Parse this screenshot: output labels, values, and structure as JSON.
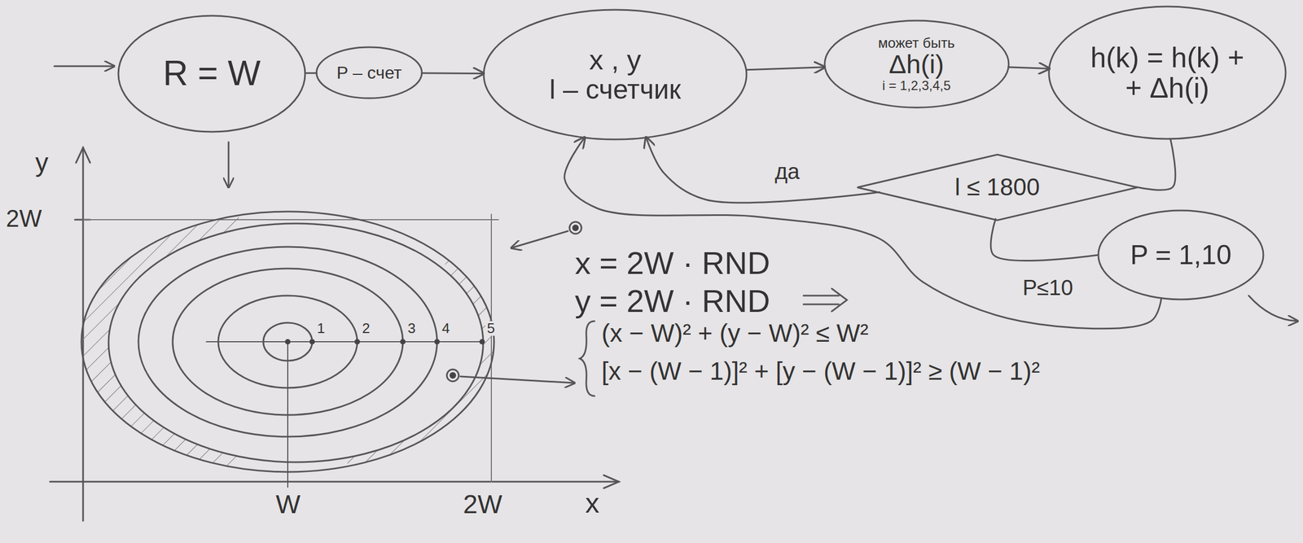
{
  "diagram": {
    "nodes": [
      {
        "text": [
          "R = W"
        ]
      },
      {
        "text": [
          "P – счет"
        ]
      },
      {
        "text": [
          "x , y",
          "l – счетчик"
        ]
      },
      {
        "text": [
          "может быть",
          "Δh(i)",
          "i = 1,2,3,4,5"
        ]
      },
      {
        "text": [
          "h(k) = h(k) + + Δh(i)"
        ]
      },
      {
        "text": [
          "l ≤ 1800"
        ]
      },
      {
        "text": [
          "P = 1,10"
        ]
      }
    ],
    "edges": [
      {
        "from": 0,
        "to": 1,
        "arrow": "none"
      },
      {
        "from": 1,
        "to": 2,
        "arrow": "to"
      },
      {
        "from": 2,
        "to": 3,
        "arrow": "to"
      },
      {
        "from": 3,
        "to": 4,
        "arrow": "to"
      },
      {
        "from": 4,
        "to": 5,
        "arrow": "none"
      },
      {
        "from": 5,
        "to": 2,
        "label": "да",
        "arrow": "to"
      },
      {
        "from": 5,
        "to": 6,
        "arrow": "none"
      },
      {
        "from": 6,
        "to": 2,
        "label": "P≤10",
        "arrow": "to"
      }
    ],
    "labels": [
      "y",
      "2W",
      "W",
      "2W",
      "x",
      "1",
      "2",
      "3",
      "4",
      "5",
      "x = 2W · RND",
      "y = 2W · RND",
      "(x − W)² + (y − W)² ≤ W²",
      "[x − (W − 1)]² + [y − (W − 1)]² ≥ (W − 1)²"
    ]
  }
}
